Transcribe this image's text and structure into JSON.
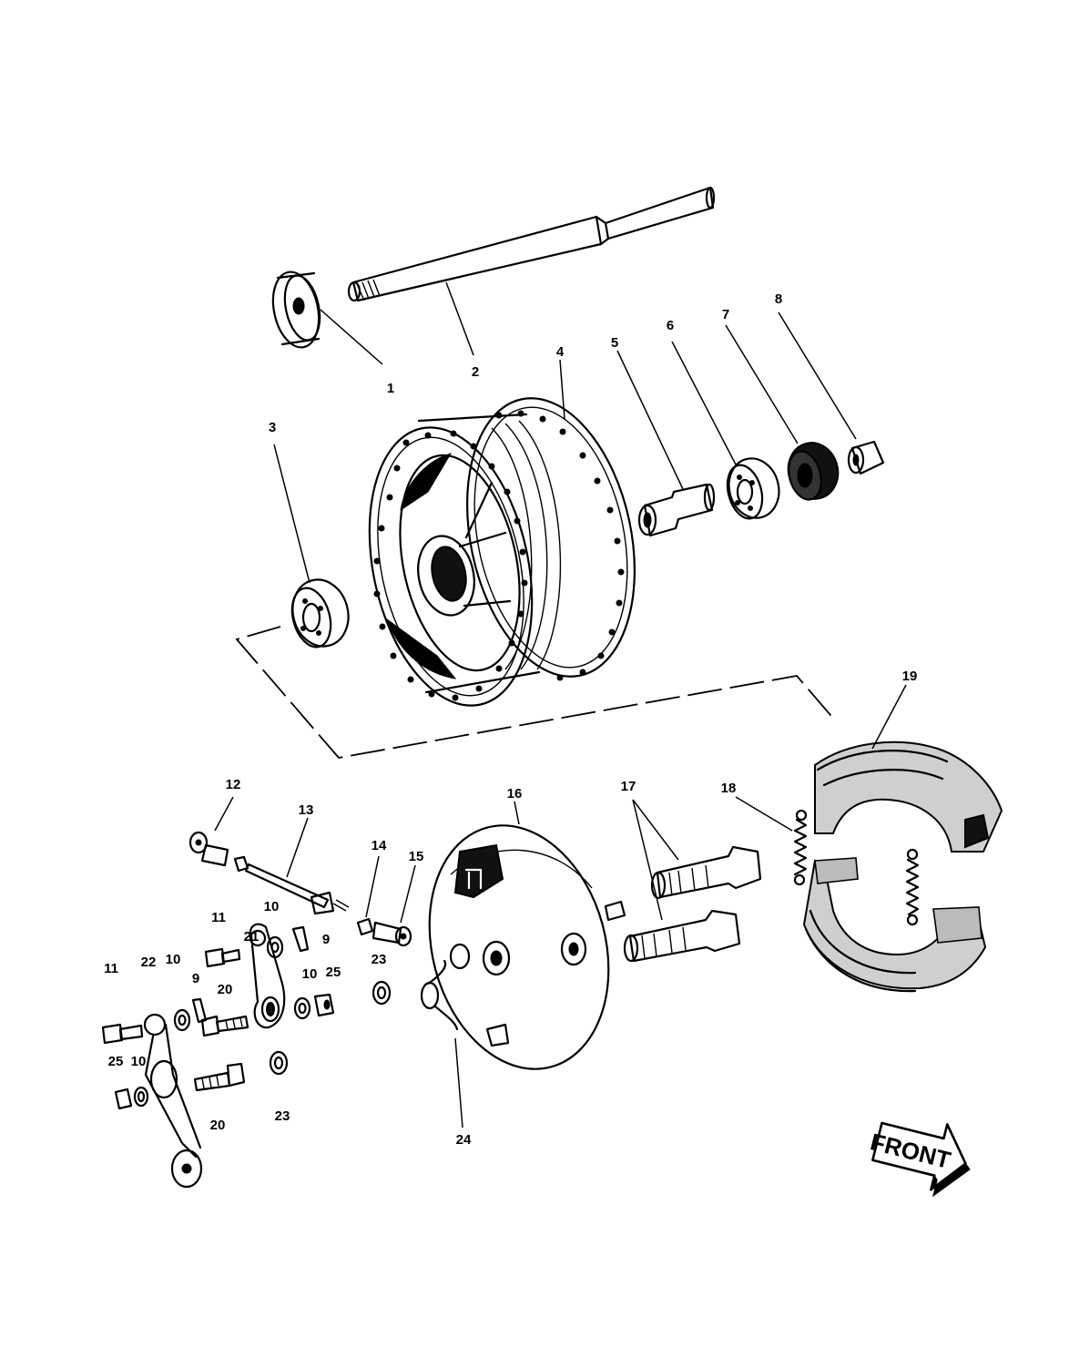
{
  "callouts": {
    "c1": "1",
    "c2": "2",
    "c3": "3",
    "c4": "4",
    "c5": "5",
    "c6": "6",
    "c7": "7",
    "c8": "8",
    "c9a": "9",
    "c9b": "9",
    "c10a": "10",
    "c10b": "10",
    "c10c": "10",
    "c10d": "10",
    "c11a": "11",
    "c11b": "11",
    "c12": "12",
    "c13": "13",
    "c14": "14",
    "c15": "15",
    "c16": "16",
    "c17": "17",
    "c18": "18",
    "c19": "19",
    "c20a": "20",
    "c20b": "20",
    "c21": "21",
    "c22": "22",
    "c23a": "23",
    "c23b": "23",
    "c24": "24",
    "c25a": "25",
    "c25b": "25"
  },
  "front_badge": {
    "label": "FRONT"
  }
}
